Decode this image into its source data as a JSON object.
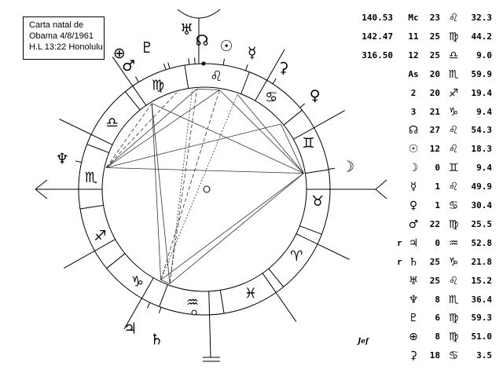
{
  "info_box": {
    "line1": "Carta natal de",
    "line2": "Obama 4/8/1961",
    "line3": "H.L 13:22 Honolulu"
  },
  "signature": "Jef",
  "ascendant_longitude": 230.998,
  "signs": [
    {
      "name": "aries",
      "glyph": "♈"
    },
    {
      "name": "taurus",
      "glyph": "♉"
    },
    {
      "name": "gemini",
      "glyph": "♊"
    },
    {
      "name": "cancer",
      "glyph": "♋"
    },
    {
      "name": "leo",
      "glyph": "♌"
    },
    {
      "name": "virgo",
      "glyph": "♍"
    },
    {
      "name": "libra",
      "glyph": "♎"
    },
    {
      "name": "scorpio",
      "glyph": "♏"
    },
    {
      "name": "sagittarius",
      "glyph": "♐"
    },
    {
      "name": "capricorn",
      "glyph": "♑"
    },
    {
      "name": "aquarius",
      "glyph": "♒"
    },
    {
      "name": "pisces",
      "glyph": "♓"
    }
  ],
  "table": [
    {
      "long": "140.53",
      "r": "",
      "label": "Mc",
      "deg": "23",
      "sign": "♌",
      "min": "32.3",
      "lon": 143.54
    },
    {
      "long": "142.47",
      "r": "",
      "label": "11",
      "deg": "25",
      "sign": "♍",
      "min": "44.2",
      "lon": 175.74
    },
    {
      "long": "316.50",
      "r": "",
      "label": "12",
      "deg": "25",
      "sign": "♎",
      "min": "9.0",
      "lon": 205.15
    },
    {
      "long": "",
      "r": "",
      "label": "As",
      "deg": "20",
      "sign": "♏",
      "min": "59.9",
      "lon": 230.998
    },
    {
      "long": "",
      "r": "",
      "label": "2",
      "deg": "20",
      "sign": "♐",
      "min": "19.4",
      "lon": 260.32
    },
    {
      "long": "",
      "r": "",
      "label": "3",
      "deg": "21",
      "sign": "♑",
      "min": "9.4",
      "lon": 291.16
    },
    {
      "long": "",
      "r": "",
      "label": "☊",
      "deg": "27",
      "sign": "♌",
      "min": "54.3",
      "lon": 147.9,
      "planet": "node"
    },
    {
      "long": "",
      "r": "",
      "label": "☉",
      "deg": "12",
      "sign": "♌",
      "min": "18.3",
      "lon": 132.3,
      "planet": "sun"
    },
    {
      "long": "",
      "r": "",
      "label": "☽",
      "deg": "0",
      "sign": "♊",
      "min": "9.4",
      "lon": 60.16,
      "planet": "moon"
    },
    {
      "long": "",
      "r": "",
      "label": "☿",
      "deg": "1",
      "sign": "♌",
      "min": "49.9",
      "lon": 121.83,
      "planet": "mercury"
    },
    {
      "long": "",
      "r": "",
      "label": "♀",
      "deg": "1",
      "sign": "♋",
      "min": "30.4",
      "lon": 91.5,
      "planet": "venus"
    },
    {
      "long": "",
      "r": "",
      "label": "♂",
      "deg": "22",
      "sign": "♍",
      "min": "25.5",
      "lon": 172.43,
      "planet": "mars"
    },
    {
      "long": "",
      "r": "r",
      "label": "♃",
      "deg": "0",
      "sign": "♒",
      "min": "52.8",
      "lon": 300.88,
      "planet": "jupiter"
    },
    {
      "long": "",
      "r": "r",
      "label": "♄",
      "deg": "25",
      "sign": "♑",
      "min": "21.8",
      "lon": 295.36,
      "planet": "saturn"
    },
    {
      "long": "",
      "r": "",
      "label": "♅",
      "deg": "25",
      "sign": "♌",
      "min": "15.2",
      "lon": 145.25,
      "planet": "uranus"
    },
    {
      "long": "",
      "r": "",
      "label": "♆",
      "deg": "8",
      "sign": "♏",
      "min": "36.4",
      "lon": 218.6,
      "planet": "neptune"
    },
    {
      "long": "",
      "r": "",
      "label": "♇",
      "deg": "6",
      "sign": "♍",
      "min": "59.3",
      "lon": 156.99,
      "planet": "pluto"
    },
    {
      "long": "",
      "r": "",
      "label": "⊕",
      "deg": "8",
      "sign": "♍",
      "min": "51.0",
      "lon": 158.85,
      "planet": "fortune"
    },
    {
      "long": "",
      "r": "",
      "label": "⚳",
      "deg": "18",
      "sign": "♋",
      "min": "3.5",
      "lon": 108.06,
      "planet": "ceres"
    }
  ]
}
